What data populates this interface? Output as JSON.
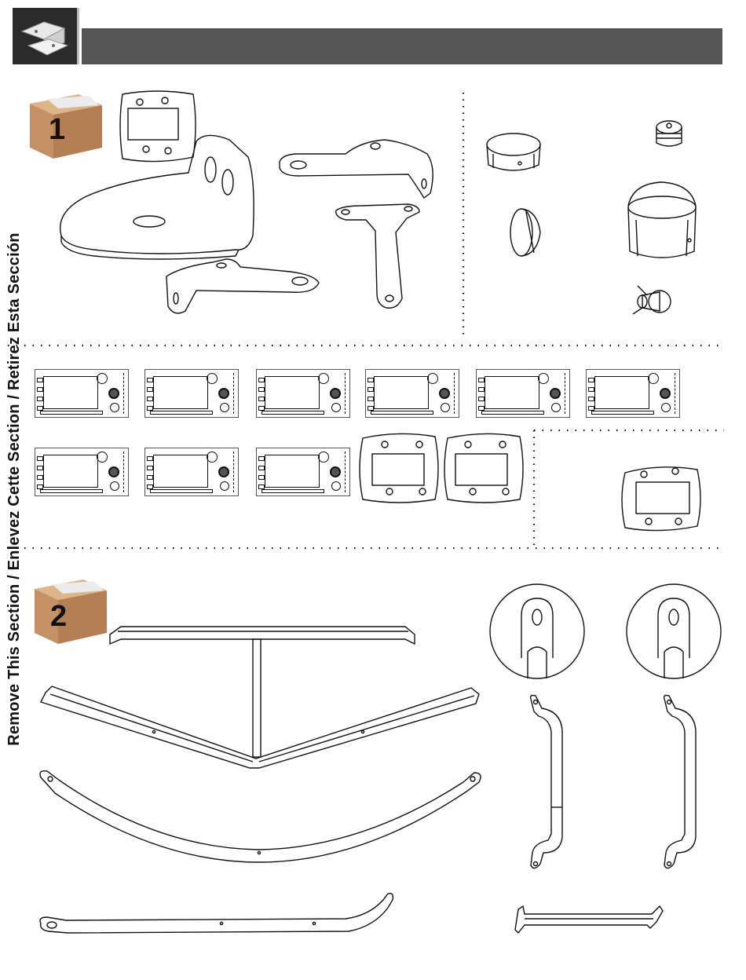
{
  "side_label": "Remove This Section / Enlevez Cette Section / Retirez Esta Sección",
  "box1": {
    "number": "1"
  },
  "box2": {
    "number": "2"
  },
  "icons": {
    "header": "bracket-icon",
    "box": "cardboard-box-icon"
  },
  "colors": {
    "header_bar": "#555555",
    "header_icon_bg": "#2b2b2b",
    "box": "#c89566"
  }
}
